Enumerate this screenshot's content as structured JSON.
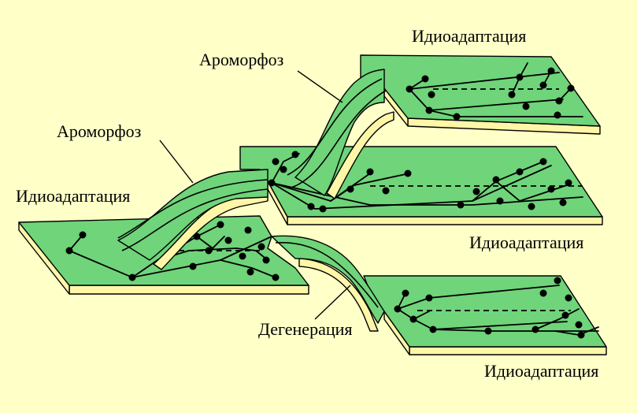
{
  "background": "#ffffc8",
  "colors": {
    "plate": "#6fd47a",
    "edge": "#fff6a8",
    "line": "#000000"
  },
  "labels": {
    "aromorphosis_top": "Ароморфоз",
    "aromorphosis_left": "Ароморфоз",
    "idioadaptation_top": "Идиоадаптация",
    "idioadaptation_left": "Идиоадаптация",
    "idioadaptation_middle": "Идиоадаптация",
    "idioadaptation_bottom": "Идиоадаптация",
    "degeneration": "Дегенерация"
  }
}
